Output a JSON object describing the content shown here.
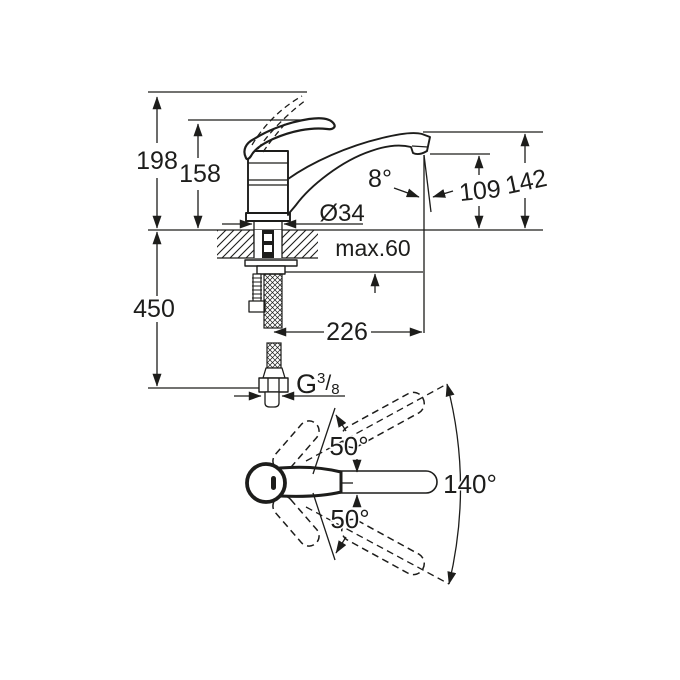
{
  "colors": {
    "line": "#1d1d1b",
    "background": "#ffffff"
  },
  "side_view": {
    "total_height": "198",
    "body_height": "158",
    "spout_height": "142",
    "outlet_height": "109",
    "outlet_angle": "8°",
    "base_diameter": "Ø34",
    "max_deck_thickness": "max.60",
    "hose_length_below_deck": "450",
    "spout_reach": "226",
    "thread": {
      "prefix": "G",
      "numerator": "3",
      "slash": "/",
      "denominator": "8"
    }
  },
  "top_view": {
    "swivel_up": "50°",
    "swivel_down": "50°",
    "swivel_total": "140°"
  }
}
